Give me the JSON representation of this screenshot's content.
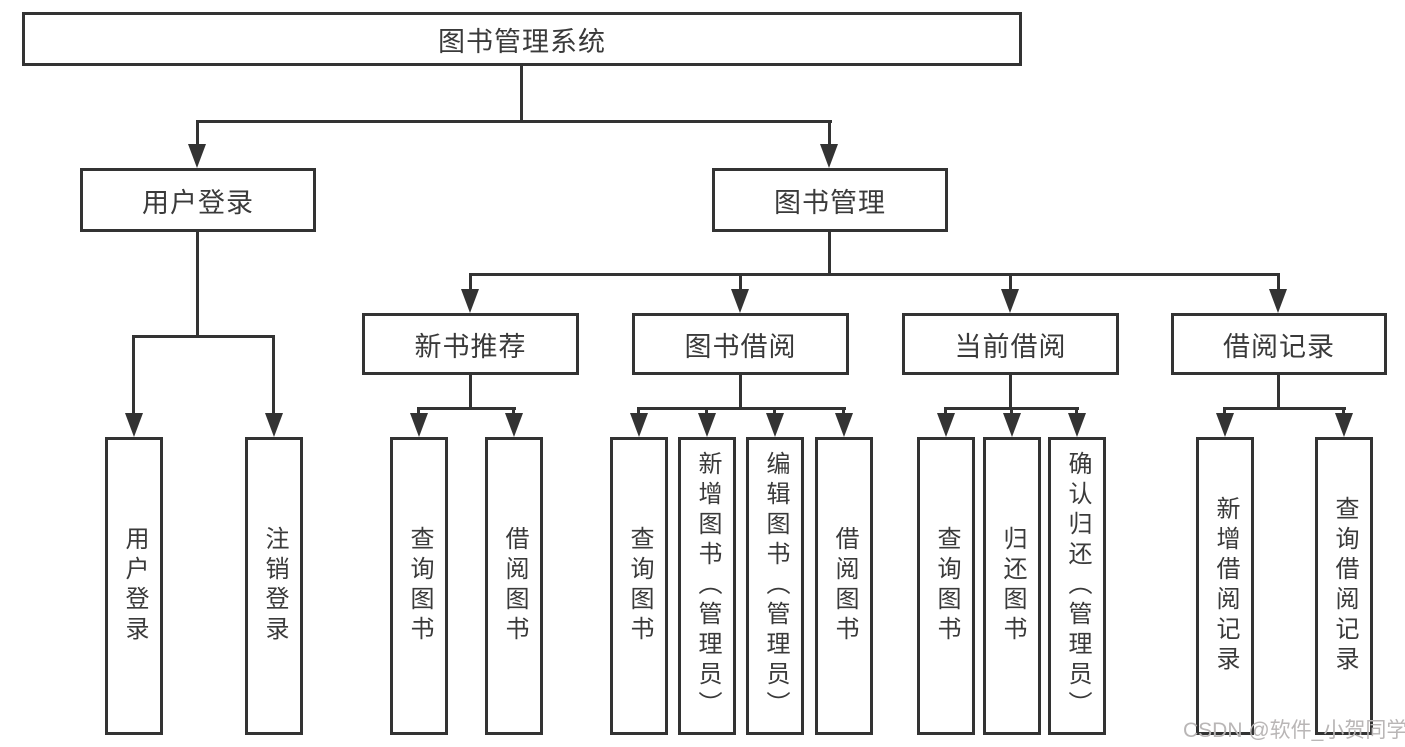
{
  "diagram": {
    "root_label": "图书管理系统",
    "level2": {
      "user_login": "用户登录",
      "book_mgmt": "图书管理"
    },
    "level3": {
      "new_book": "新书推荐",
      "book_borrow": "图书借阅",
      "current_borrow": "当前借阅",
      "borrow_record": "借阅记录"
    },
    "leaves": {
      "user_login": [
        "用户登录",
        "注销登录"
      ],
      "new_book": [
        "查询图书",
        "借阅图书"
      ],
      "book_borrow": [
        "查询图书",
        "新增图书（管理员）",
        "编辑图书（管理员）",
        "借阅图书"
      ],
      "current_borrow": [
        "查询图书",
        "归还图书",
        "确认归还（管理员）"
      ],
      "borrow_record": [
        "新增借阅记录",
        "查询借阅记录"
      ]
    }
  },
  "watermark": {
    "text": "CSDN @软件_小贺同学"
  },
  "colors": {
    "line": "#333333",
    "text": "#3a3a3a",
    "watermark": "#b9b6b6",
    "background": "#ffffff"
  }
}
